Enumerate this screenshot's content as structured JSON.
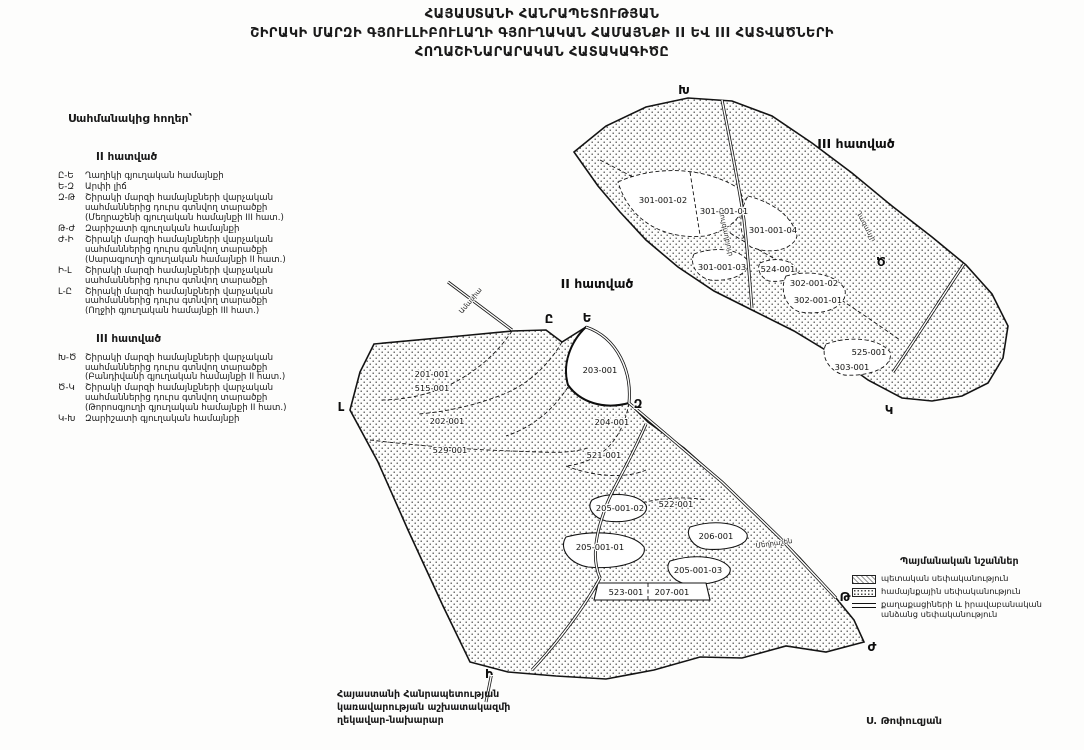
{
  "title": {
    "line1": "ՀԱՅԱՍՏԱՆԻ ՀԱՆՐԱՊԵՏՈՒԹՅԱՆ",
    "line2": "ՇԻՐԱԿԻ ՄԱՐԶԻ ԳՅՈՒԼԼԻԲՈՒԼԱՂԻ ԳՅՈՒՂԱԿԱՆ ՀԱՄԱՅՆՔԻ II ԵՎ III ՀԱՏՎԱԾՆԵՐԻ",
    "line3": "ՀՈՂԱՇԻՆԱՐԱՐԱԿԱՆ ՀԱՏԱԿԱԳԻԾԸ"
  },
  "legend": {
    "title": "Սահմանակից հողեր՝",
    "section2": {
      "heading": "II հատված",
      "items": [
        {
          "code": "Ը-Ե",
          "text": "Ղաղիկի գյուղական համայնքի"
        },
        {
          "code": "Ե-Զ",
          "text": "Արփի լիճ"
        },
        {
          "code": "Զ-Թ",
          "text": "Շիրակի մարզի համայնքների վարչական\nսահմաններից դուրս գտնվող տարածքի\n(Մեղրաշենի գյուղական համայնքի III հատ.)"
        },
        {
          "code": "Թ-Ժ",
          "text": "Զարիշատի գյուղական համայնքի"
        },
        {
          "code": "Ժ-Ի",
          "text": "Շիրակի մարզի համայնքների վարչական\nսահմաններից դուրս գտնվող տարածքի\n(Սարագյուղի գյուղական համայնքի II հատ.)"
        },
        {
          "code": "Ի-Լ",
          "text": "Շիրակի մարզի համայնքների վարչական\nսահմաններից դուրս գտնվող տարածքի"
        },
        {
          "code": "Լ-Ը",
          "text": "Շիրակի մարզի համայնքների վարչական\nսահմաններից դուրս գտնվող տարածքի\n(Ողջիի գյուղական համայնքի III հատ.)"
        }
      ]
    },
    "section3": {
      "heading": "III հատված",
      "items": [
        {
          "code": "Խ-Ծ",
          "text": "Շիրակի մարզի համայնքների վարչական\nսահմաններից դուրս գտնվող տարածքի\n(Բանդիվանի գյուղական համայնքի II հատ.)"
        },
        {
          "code": "Ծ-Կ",
          "text": "Շիրակի մարզի համայնքների վարչական\nսահմաններից դուրս գտնվող տարածքի\n(Թորոսգյուղի գյուղական համայնքի II հատ.)"
        },
        {
          "code": "Կ-Խ",
          "text": "Զարիշատի գյուղական համայնքի"
        }
      ]
    }
  },
  "map": {
    "section2_label": "II հատված",
    "section3_label": "III հատված",
    "points2": [
      "Ե",
      "Զ",
      "Թ",
      "Ժ",
      "Ի",
      "Լ",
      "Ը"
    ],
    "points3": [
      "Խ",
      "Ծ",
      "Կ"
    ],
    "parcels2": [
      "201-001",
      "515-001",
      "202-001",
      "529-001",
      "203-001",
      "204-001",
      "521-001",
      "205-001-02",
      "522-001",
      "205-001-01",
      "206-001",
      "205-001-03",
      "523-001",
      "207-001"
    ],
    "parcels3": [
      "301-001-02",
      "301-001-01",
      "301-001-04",
      "301-001-03",
      "524-001",
      "302-001-02",
      "302-001-01",
      "525-001",
      "303-001"
    ],
    "road_labels": [
      "Ամասիա",
      "Զույգաղբյուր",
      "Մեղրաշեն",
      "Ղազանչի"
    ]
  },
  "signs": {
    "title": "Պայմանական նշաններ",
    "items": [
      {
        "label": "պետական սեփականություն"
      },
      {
        "label": "համայնքային սեփականություն"
      },
      {
        "label": "քաղաքացիների և իրավաբանական անձանց սեփականություն"
      }
    ]
  },
  "footer": {
    "left": "Հայաստանի Հանրապետության\nկառավարության աշխատակազմի\nղեկավար-նախարար",
    "signature": "Ս. Թոփուզյան"
  }
}
